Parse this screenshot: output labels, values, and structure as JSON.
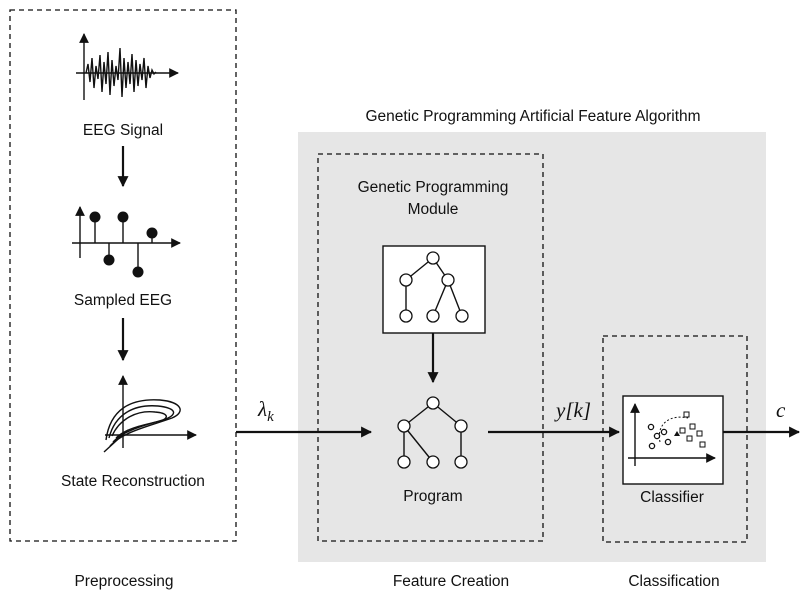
{
  "title": "Genetic Programming Artificial Feature Algorithm",
  "preprocessing": {
    "eeg_signal_label": "EEG Signal",
    "sampled_eeg_label": "Sampled EEG",
    "state_reconstruction_label": "State Reconstruction",
    "section_label": "Preprocessing"
  },
  "feature_creation": {
    "module_label_line1": "Genetic Programming",
    "module_label_line2": "Module",
    "program_label": "Program",
    "section_label": "Feature Creation"
  },
  "classification": {
    "classifier_label": "Classifier",
    "section_label": "Classification"
  },
  "signals": {
    "lambda_main": "λ",
    "lambda_sub": "k",
    "y_k": "y[k]",
    "c": "c"
  },
  "icons": {
    "eeg": "waveform-icon",
    "sampled": "stem-plot-icon",
    "reconstruction": "phase-portrait-icon",
    "tree": "tree-icon",
    "scatter": "scatter-plot-icon"
  },
  "colors": {
    "panel_fill": "#e6e6e6",
    "stroke": "#111111"
  }
}
